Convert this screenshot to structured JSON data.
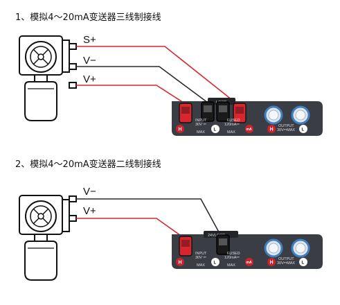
{
  "diagram1": {
    "title": "1、模拟4～20mA变送器三线制接线",
    "wire_labels": [
      "S+",
      "V−",
      "V+"
    ],
    "panel": {
      "loop_label": "LOOP",
      "input_text": [
        "INPUT",
        "30V ⎓",
        "MAX"
      ],
      "fused_text": [
        "FUSED",
        "120mA⎓",
        "MAX"
      ],
      "output_text": [
        "OUTPUT",
        "30V⎓MAX"
      ],
      "badge_h": "H",
      "badge_l": "L",
      "badge_ma": "mA"
    }
  },
  "diagram2": {
    "title": "2、模拟4～20mA变送器二线制接线",
    "wire_labels": [
      "V−",
      "V+"
    ],
    "panel": {
      "loop_label": "24VLOOP",
      "input_text": [
        "INPUT",
        "30V ⎓",
        "MAX"
      ],
      "fused_text": [
        "FUSED",
        "120mA⎓",
        "MAX"
      ],
      "output_text": [
        "OUTPUT",
        "30V⎓MAX"
      ],
      "badge_h": "H",
      "badge_l": "L",
      "badge_ma": "mA"
    }
  },
  "colors": {
    "red_wire": "#d8262f",
    "black_wire": "#2a2a2a",
    "panel": "#3a3d44",
    "jack_blue": "#3f7fc0",
    "badge_red": "#c8242c"
  }
}
